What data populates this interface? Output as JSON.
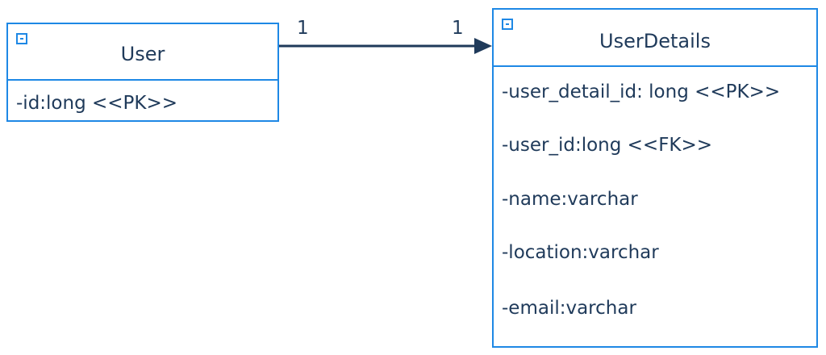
{
  "classes": {
    "user": {
      "name": "User",
      "attributes": [
        "-id:long <<PK>>"
      ]
    },
    "user_details": {
      "name": "UserDetails",
      "attributes": [
        "-user_detail_id: long <<PK>>",
        "-user_id:long <<FK>>",
        "-name:varchar",
        "-location:varchar",
        "-email:varchar"
      ]
    }
  },
  "relationship": {
    "source_multiplicity": "1",
    "target_multiplicity": "1"
  },
  "colors": {
    "class_border": "#1e88e5",
    "connector": "#1f3a5a",
    "text": "#1f3a5a"
  }
}
